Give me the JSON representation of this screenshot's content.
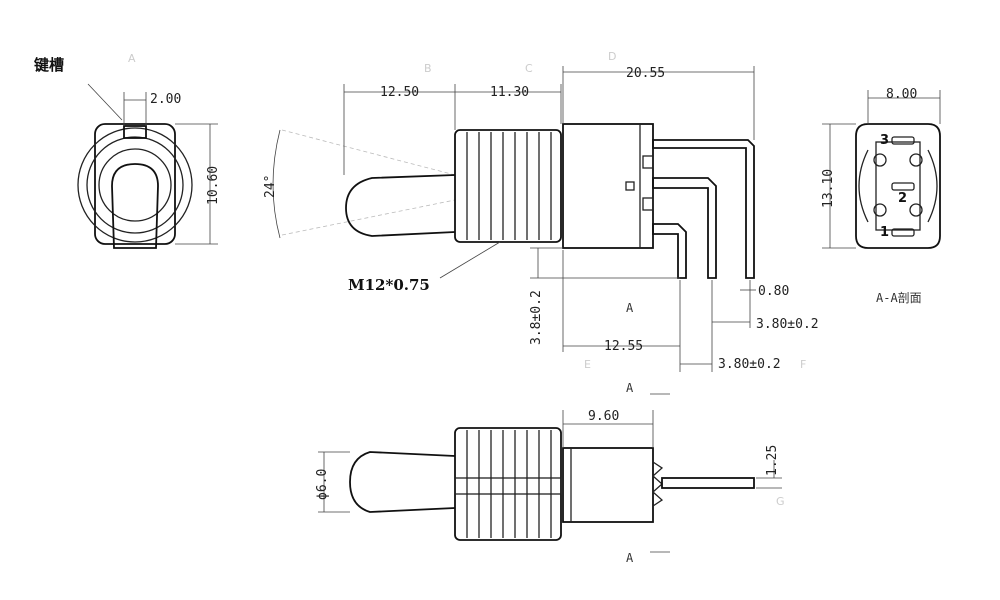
{
  "labels": {
    "keyway": "键槽",
    "thread": "M12*0.75",
    "section_caption": "A-A剖面",
    "section_marker": "A",
    "pin1": "1",
    "pin2": "2",
    "pin3": "3"
  },
  "grid_letters": [
    "A",
    "B",
    "C",
    "D",
    "E",
    "F",
    "G"
  ],
  "dimensions": {
    "keyway_width": "2.00",
    "front_height": "10.60",
    "angle": "24°",
    "lever_length": "12.50",
    "bushing_length": "11.30",
    "body_length": "20.55",
    "pin_offset_vertical": "3.8±0.2",
    "pin_length": "12.55",
    "pin_pitch_a": "3.80±0.2",
    "pin_pitch_b": "3.80±0.2",
    "pin_width": "0.80",
    "section_width": "8.00",
    "section_height": "13.10",
    "bottom_body_length": "9.60",
    "lever_diameter": "ϕ6.0",
    "pin_thickness": "1.25"
  }
}
